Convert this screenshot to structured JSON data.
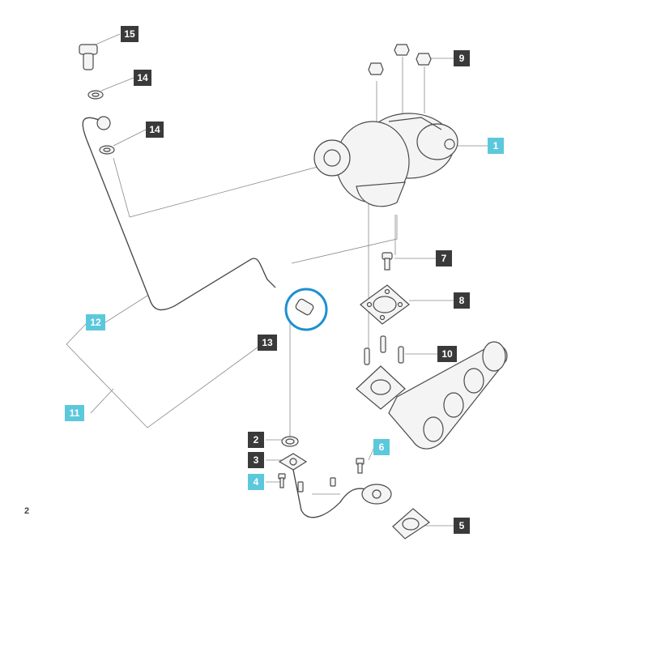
{
  "callouts": [
    {
      "label": "15",
      "style": "dark"
    },
    {
      "label": "14",
      "style": "dark"
    },
    {
      "label": "14",
      "style": "dark"
    },
    {
      "label": "9",
      "style": "dark"
    },
    {
      "label": "1",
      "style": "cyan"
    },
    {
      "label": "7",
      "style": "dark"
    },
    {
      "label": "8",
      "style": "dark"
    },
    {
      "label": "12",
      "style": "cyan"
    },
    {
      "label": "13",
      "style": "dark"
    },
    {
      "label": "10",
      "style": "dark"
    },
    {
      "label": "11",
      "style": "cyan"
    },
    {
      "label": "2",
      "style": "dark"
    },
    {
      "label": "6",
      "style": "cyan"
    },
    {
      "label": "3",
      "style": "dark"
    },
    {
      "label": "4",
      "style": "cyan"
    },
    {
      "label": "5",
      "style": "dark"
    }
  ],
  "highlight": {
    "part": "13",
    "color": "#1e8fd0"
  },
  "page_number": "2"
}
